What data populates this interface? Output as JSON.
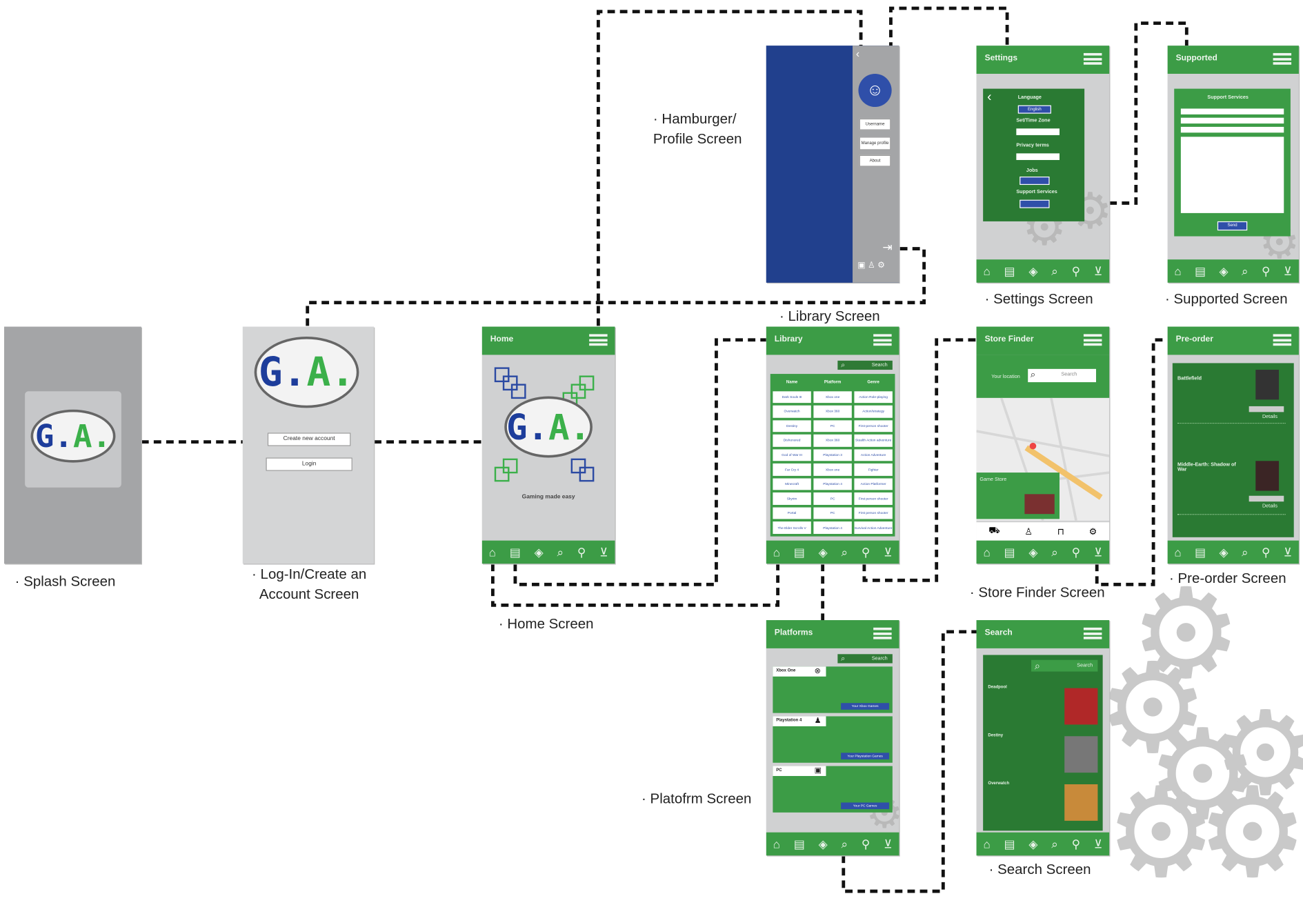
{
  "logo": {
    "g": "G",
    "dot": ".",
    "a": "A",
    "dot2": "."
  },
  "screens": {
    "splash": {
      "caption": "· Splash Screen"
    },
    "login": {
      "caption_line1": "· Log-In/Create an",
      "caption_line2": "Account Screen",
      "create_label": "Create new account",
      "login_label": "Login"
    },
    "home": {
      "title": "Home",
      "tagline": "Gaming made easy",
      "caption": "· Home Screen"
    },
    "hamburger": {
      "caption_line1": "· Hamburger/",
      "caption_line2": "Profile Screen",
      "btn1": "Username",
      "btn2": "Manage profile",
      "btn3": "About"
    },
    "settings": {
      "title": "Settings",
      "caption": "· Settings Screen",
      "language": "Language",
      "language_value": "English",
      "time_zone": "Set/Time Zone",
      "privacy": "Privacy terms",
      "jobs": "Jobs",
      "support": "Support Services"
    },
    "supported": {
      "title": "Supported",
      "panel_title": "Support Services",
      "caption": "· Supported Screen",
      "send": "Send"
    },
    "library": {
      "title": "Library",
      "caption": "· Library Screen",
      "search": "Search",
      "columns": [
        "Name",
        "Platform",
        "Genre"
      ],
      "rows": [
        [
          "Dark Souls III",
          "Xbox one",
          "Action Role-playing"
        ],
        [
          "Overwatch",
          "Xbox 360",
          "Action/strategy"
        ],
        [
          "Destiny",
          "PC",
          "First-person shooter"
        ],
        [
          "Dishonored",
          "Xbox 360",
          "Stealth Action adventure"
        ],
        [
          "God of War III",
          "Playstation 3",
          "Action Adventure"
        ],
        [
          "Far Cry 4",
          "Xbox one",
          "Fighter"
        ],
        [
          "Minecraft",
          "Playstation 4",
          "Action Platformer"
        ],
        [
          "Skyrim",
          "PC",
          "First person shooter"
        ],
        [
          "Portal",
          "PC",
          "First person shooter"
        ],
        [
          "The Elder Scrolls V",
          "Playstation 4",
          "Survival Action Adventure"
        ]
      ]
    },
    "store": {
      "title": "Store Finder",
      "caption": "· Store Finder Screen",
      "search": "Search",
      "your_location": "Your location",
      "card_title": "Game Store"
    },
    "preorder": {
      "title": "Pre-order",
      "caption": "· Pre-order Screen",
      "item1": "Battlefield",
      "item2": "Middle-Earth: Shadow of War",
      "details": "Details"
    },
    "platforms": {
      "title": "Platforms",
      "caption": "· Platofrm Screen",
      "search": "Search",
      "items": [
        {
          "name": "Xbox One",
          "button": "Your Xbox Games"
        },
        {
          "name": "Playstation 4",
          "button": "Your Playstation Games"
        },
        {
          "name": "PC",
          "button": "Your PC Games"
        }
      ]
    },
    "search": {
      "title": "Search",
      "caption": "· Search Screen",
      "search": "Search",
      "results": [
        "Deadpool",
        "Destiny",
        "Overwatch"
      ]
    }
  },
  "icons": {
    "nav": [
      "home-icon",
      "library-icon",
      "controller-icon",
      "search-icon",
      "location-icon",
      "cart-icon"
    ],
    "burger": "hamburger-menu-icon",
    "gear": "gear-icon"
  },
  "colors": {
    "header_green": "#3c9c46",
    "panel_green": "#2a7a33",
    "profile_blue": "#21408d",
    "screen_grey": "#d0d1d2"
  }
}
